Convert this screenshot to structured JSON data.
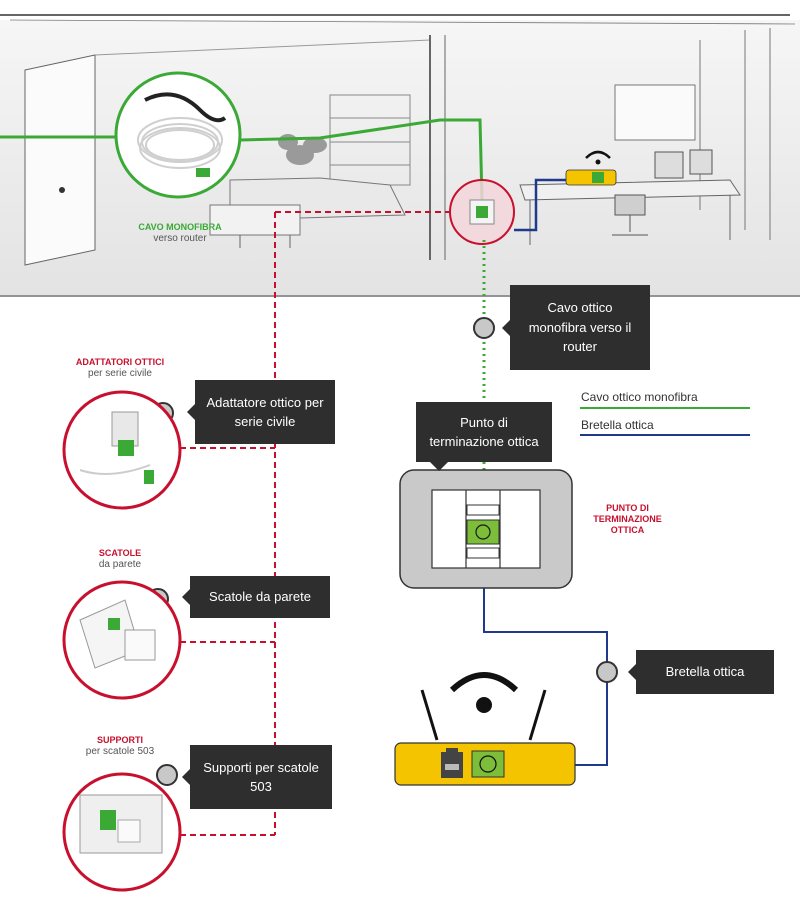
{
  "colors": {
    "fiber_green": "#3aa935",
    "patch_blue": "#1f3a8c",
    "accent_red": "#c8102e",
    "callout_bg": "#2e2e2e",
    "router_yellow": "#f5c400"
  },
  "top_scene": {
    "cable_label_title": "CAVO MONOFIBRA",
    "cable_label_sub": "verso router"
  },
  "categories": [
    {
      "title": "ADATTATORI OTTICI",
      "sub": "per serie civile",
      "callout": "Adattatore ottico per serie civile"
    },
    {
      "title": "SCATOLE",
      "sub": "da parete",
      "callout": "Scatole da parete"
    },
    {
      "title": "SUPPORTI",
      "sub": "per scatole 503",
      "callout": "Supporti per scatole 503"
    }
  ],
  "callouts": {
    "fiber_to_router": "Cavo ottico monofibra verso il router",
    "termination_point": "Punto di terminazione ottica",
    "patch_cord": "Bretella ottica"
  },
  "legend": [
    {
      "label": "Cavo ottico monofibra",
      "color": "#3aa935"
    },
    {
      "label": "Bretella ottica",
      "color": "#1f3a8c"
    }
  ],
  "termination_label": "PUNTO DI TERMINAZIONE OTTICA",
  "icons": {
    "wifi": "wifi-icon",
    "ethernet": "ethernet-port-icon",
    "fiber_port": "fiber-port-icon"
  }
}
